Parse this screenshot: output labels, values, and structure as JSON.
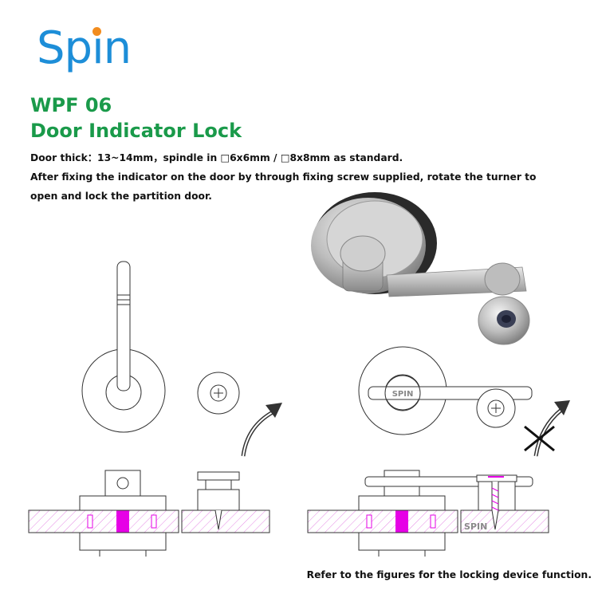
{
  "brand": {
    "logo_text": "Spin",
    "colors": {
      "logo_blue": "#1d8ed8",
      "logo_dot": "#f28c1e",
      "title_green": "#1a9a4a",
      "insert_magenta": "#e600e6",
      "hatch": "#e58ae5"
    }
  },
  "product": {
    "model": "WPF 06",
    "name": "Door Indicator Lock"
  },
  "description": {
    "line1": "Door thick：13~14mm，spindle in □6x6mm / □8x8mm as standard.",
    "line2": "After fixing the indicator on the door by through fixing screw supplied, rotate the turner to",
    "line3": "open and lock the partition door."
  },
  "drawing_labels": {
    "lever_brand": "SPIN",
    "plate_brand": "SPIN"
  },
  "icons": {
    "rotate_arrow": "curved-arrow-icon",
    "blocked_rotate_arrow": "curved-arrow-crossed-icon",
    "screw_head": "phillips-screw-icon"
  },
  "footer": {
    "note": "Refer to the figures for the locking device function."
  }
}
